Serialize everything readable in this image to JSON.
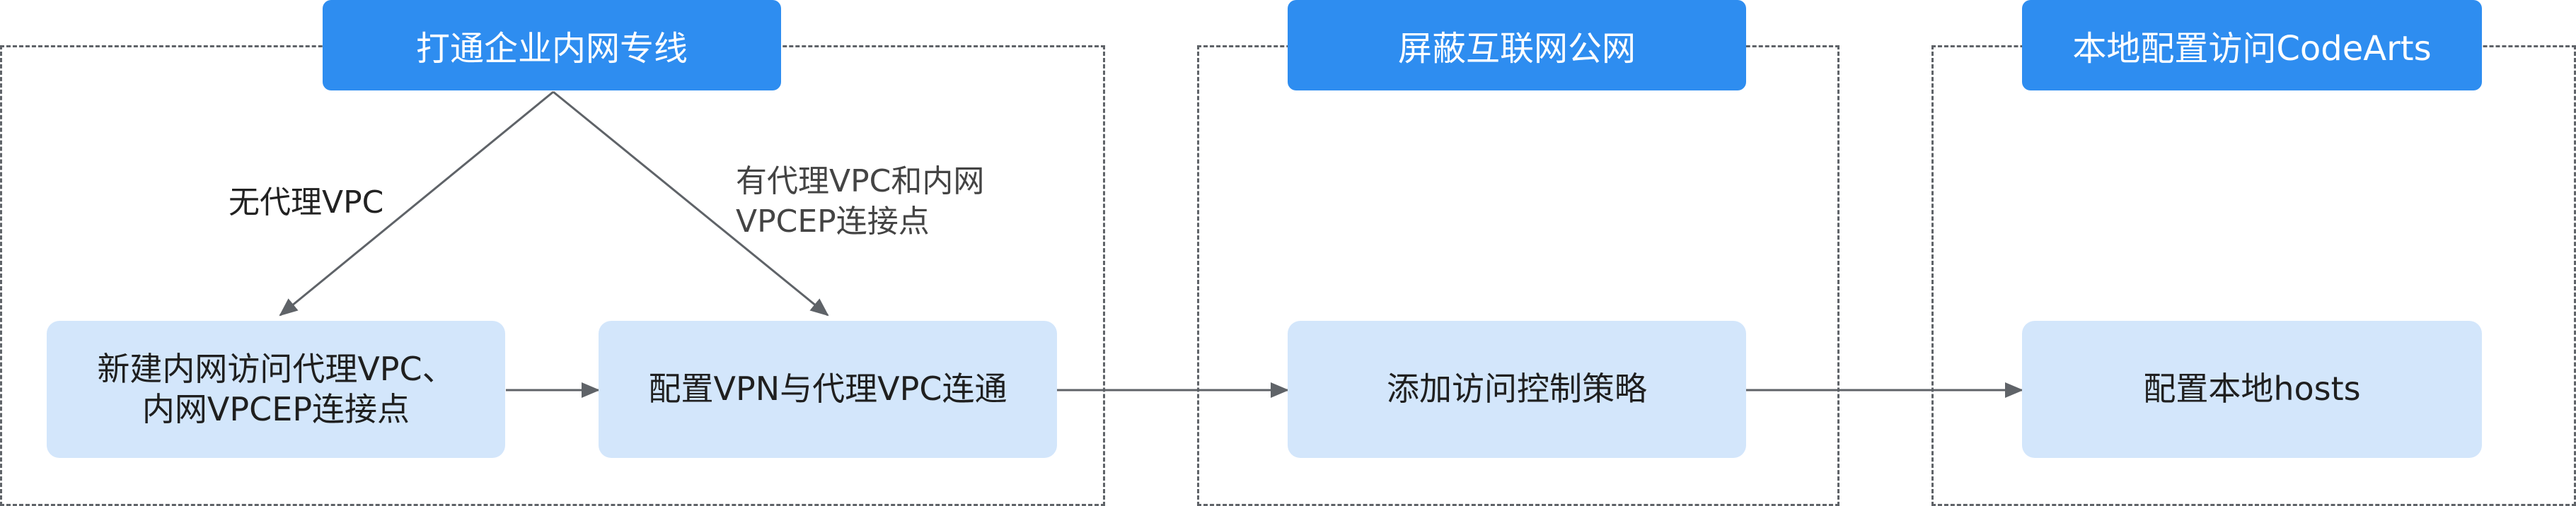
{
  "sections": [
    {
      "title": "打通企业内网专线"
    },
    {
      "title": "屏蔽互联网公网"
    },
    {
      "title": "本地配置访问CodeArts"
    }
  ],
  "steps": {
    "new_vpc": {
      "line1": "新建内网访问代理VPC、",
      "line2": "内网VPCEP连接点"
    },
    "vpn": {
      "text": "配置VPN与代理VPC连通"
    },
    "acl": {
      "text": "添加访问控制策略"
    },
    "hosts": {
      "text": "配置本地hosts"
    }
  },
  "edge_labels": {
    "no_proxy": "无代理VPC",
    "with_proxy_line1": "有代理VPC和内网",
    "with_proxy_line2": "VPCEP连接点"
  },
  "colors": {
    "header_bg": "#2e8df0",
    "step_bg": "#d3e6fb",
    "frame_border": "#5f6368",
    "arrow": "#5f6368"
  }
}
